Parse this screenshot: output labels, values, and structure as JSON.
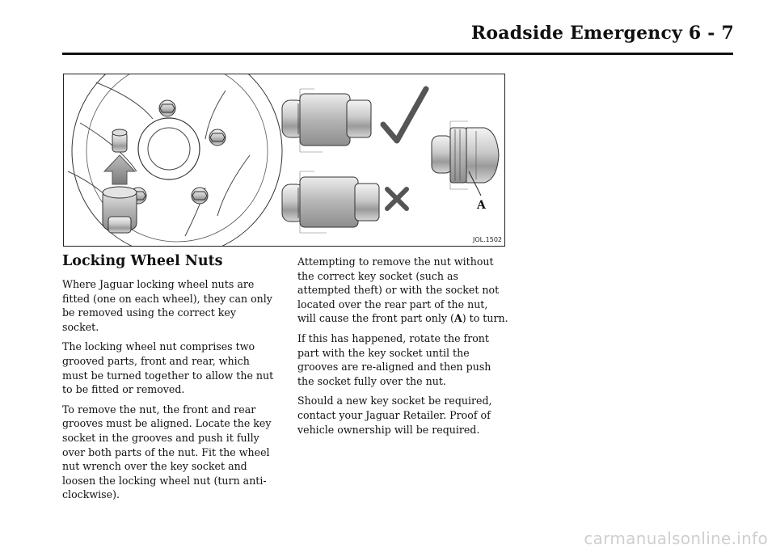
{
  "header": {
    "title": "Roadside Emergency   6 - 7"
  },
  "figure": {
    "code": "JOL.1502",
    "callout": "A"
  },
  "section": {
    "heading": "Locking Wheel Nuts",
    "left_paragraphs": [
      "Where Jaguar locking wheel nuts are fitted (one on each wheel), they can only be removed using the correct key socket.",
      "The locking wheel nut comprises two grooved parts, front and rear, which must be turned together to allow the nut to be fitted or removed.",
      "To remove the nut, the front and rear grooves must be aligned. Locate the key socket in the grooves and push it fully over both parts of the nut. Fit the wheel nut wrench over the key socket and loosen the locking wheel nut (turn anti-clockwise)."
    ],
    "right_p1_before": "Attempting to remove the nut without the correct key socket (such as attempted theft) or with the socket not located over the rear part of the nut, will cause the front part only (",
    "right_p1_bold": "A",
    "right_p1_after": ") to turn.",
    "right_paragraphs": [
      "If this has happened, rotate the front part with the key socket until the grooves are re-aligned and then push the socket fully over the nut.",
      "Should a new key socket be required, contact your Jaguar Retailer. Proof of vehicle ownership will be required."
    ]
  },
  "watermark": "carmanualsonline.info"
}
